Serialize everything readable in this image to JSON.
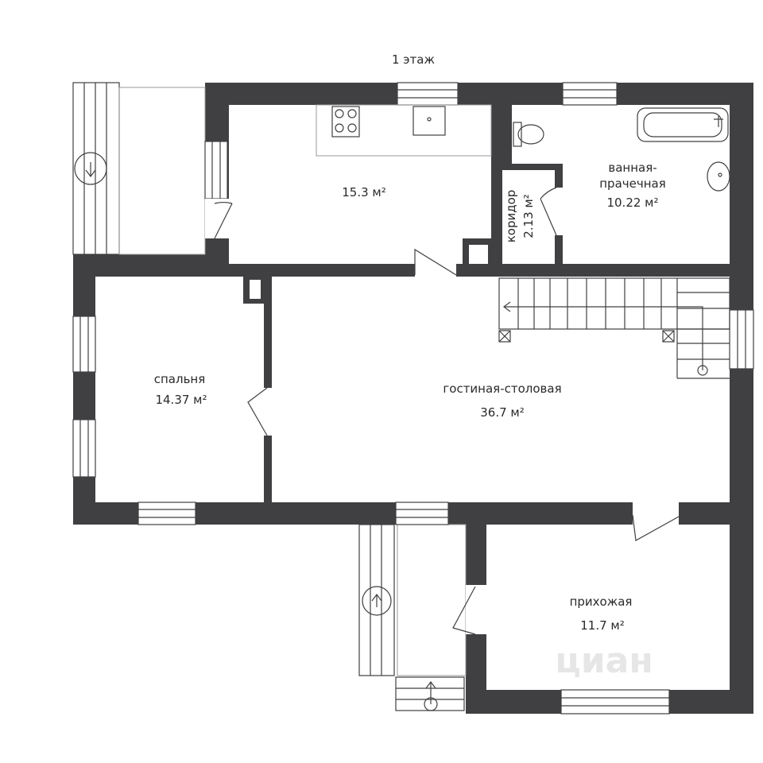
{
  "floor_label": "1 этаж",
  "rooms": {
    "kitchen": {
      "area": "15.3 м²"
    },
    "corridor": {
      "name": "коридор",
      "area": "2.13 м²"
    },
    "bathroom": {
      "name_line1": "ванная-",
      "name_line2": "прачечная",
      "area": "10.22 м²"
    },
    "bedroom": {
      "name": "спальня",
      "area": "14.37 м²"
    },
    "living": {
      "name": "гостиная-столовая",
      "area": "36.7 м²"
    },
    "hall": {
      "name": "прихожая",
      "area": "11.7 м²"
    }
  },
  "watermark": "циан",
  "colors": {
    "wall": "#404042",
    "background": "#ffffff"
  }
}
